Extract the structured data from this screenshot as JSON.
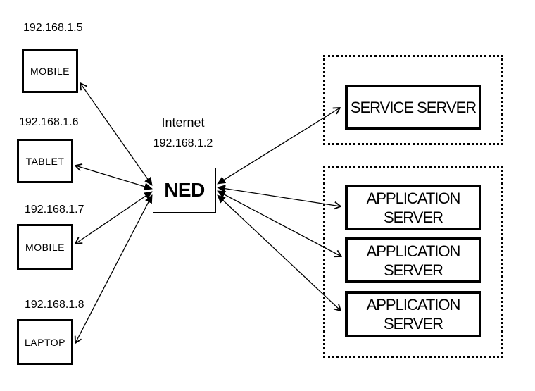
{
  "colors": {
    "line": "#000000",
    "border": "#000000",
    "background": "#ffffff",
    "text": "#000000"
  },
  "center": {
    "caption": "Internet",
    "ip": "192.168.1.2",
    "label": "NED"
  },
  "devices": [
    {
      "ip": "192.168.1.5",
      "label": "MOBILE"
    },
    {
      "ip": "192.168.1.6",
      "label": "TABLET"
    },
    {
      "ip": "192.168.1.7",
      "label": "MOBILE"
    },
    {
      "ip": "192.168.1.8",
      "label": "LAPTOP"
    }
  ],
  "server_groups": [
    {
      "servers": [
        "SERVICE SERVER"
      ]
    },
    {
      "servers": [
        "APPLICATION SERVER",
        "APPLICATION SERVER",
        "APPLICATION SERVER"
      ]
    }
  ]
}
